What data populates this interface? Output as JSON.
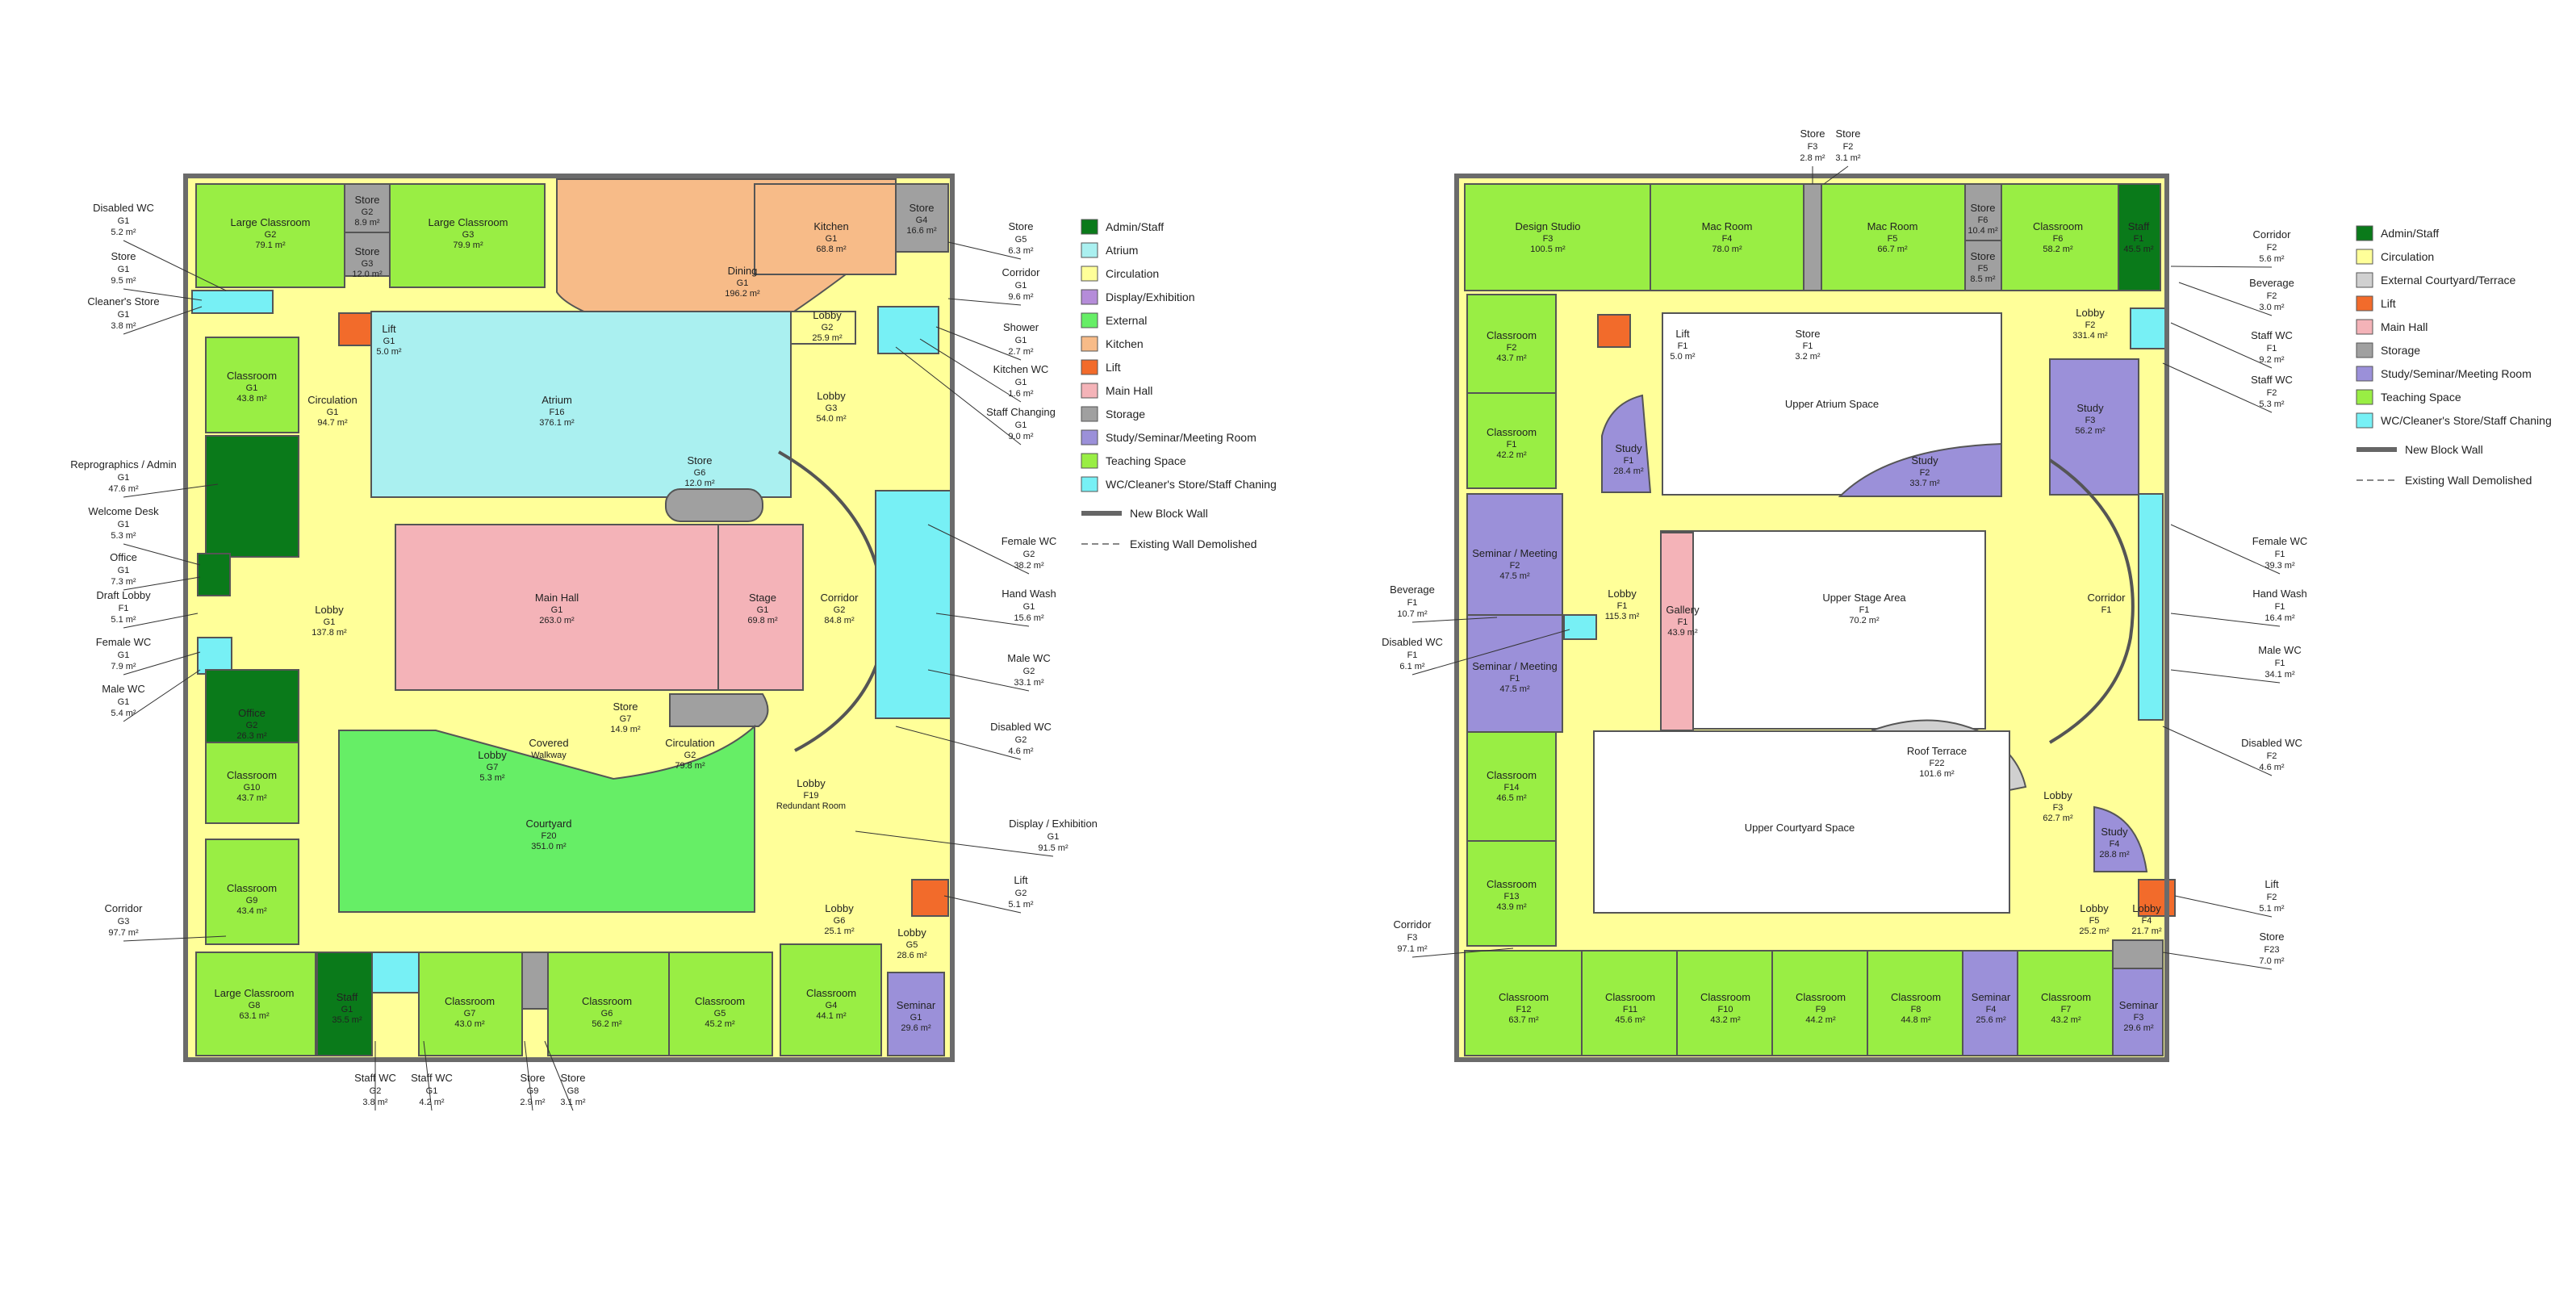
{
  "colors": {
    "admin": "#0a7a1a",
    "atrium": "#aaf0f0",
    "circulation": "#ffff99",
    "display": "#b58cd9",
    "external": "#66ee66",
    "kitchen": "#f7bb88",
    "lift": "#f26b2b",
    "mainhall": "#f4b3b8",
    "storage": "#a0a0a0",
    "study": "#9b90d9",
    "teaching": "#99ee44",
    "wc": "#77f0f5",
    "courtyard_ext": "#d0d0d0"
  },
  "legend_ground": [
    {
      "key": "admin",
      "label": "Admin/Staff"
    },
    {
      "key": "atrium",
      "label": "Atrium"
    },
    {
      "key": "circulation",
      "label": "Circulation"
    },
    {
      "key": "display",
      "label": "Display/Exhibition"
    },
    {
      "key": "external",
      "label": "External"
    },
    {
      "key": "kitchen",
      "label": "Kitchen"
    },
    {
      "key": "lift",
      "label": "Lift"
    },
    {
      "key": "mainhall",
      "label": "Main Hall"
    },
    {
      "key": "storage",
      "label": "Storage"
    },
    {
      "key": "study",
      "label": "Study/Seminar/Meeting Room"
    },
    {
      "key": "teaching",
      "label": "Teaching Space"
    },
    {
      "key": "wc",
      "label": "WC/Cleaner's Store/Staff Chaning"
    }
  ],
  "legend_ground_lines": [
    "New Block Wall",
    "Existing Wall Demolished"
  ],
  "legend_first": [
    {
      "key": "admin",
      "label": "Admin/Staff"
    },
    {
      "key": "circulation",
      "label": "Circulation"
    },
    {
      "key": "courtyard_ext",
      "label": "External Courtyard/Terrace"
    },
    {
      "key": "lift",
      "label": "Lift"
    },
    {
      "key": "mainhall",
      "label": "Main Hall"
    },
    {
      "key": "storage",
      "label": "Storage"
    },
    {
      "key": "study",
      "label": "Study/Seminar/Meeting Room"
    },
    {
      "key": "teaching",
      "label": "Teaching Space"
    },
    {
      "key": "wc",
      "label": "WC/Cleaner's Store/Staff Chaning"
    }
  ],
  "legend_first_lines": [
    "New Block Wall",
    "Existing Wall Demolished"
  ],
  "ground_rooms": {
    "large_classroom_g2": [
      "Large Classroom",
      "G2",
      "79.1 m²"
    ],
    "store_g2": [
      "Store",
      "G2",
      "8.9 m²"
    ],
    "store_g3": [
      "Store",
      "G3",
      "12.0 m²"
    ],
    "large_classroom_g3": [
      "Large Classroom",
      "G3",
      "79.9 m²"
    ],
    "dining": [
      "Dining",
      "G1",
      "196.2 m²"
    ],
    "kitchen": [
      "Kitchen",
      "G1",
      "68.8 m²"
    ],
    "store_g4": [
      "Store",
      "G4",
      "16.6 m²"
    ],
    "classroom_g1": [
      "Classroom",
      "G1",
      "43.8 m²"
    ],
    "circulation_g1": [
      "Circulation",
      "G1",
      "94.7 m²"
    ],
    "lift_g1": [
      "Lift",
      "G1",
      "5.0 m²"
    ],
    "atrium": [
      "Atrium",
      "F16",
      "376.1 m²"
    ],
    "lobby_g2": [
      "Lobby",
      "G2",
      "25.9 m²"
    ],
    "lobby_g3": [
      "Lobby",
      "G3",
      "54.0 m²"
    ],
    "store_g6": [
      "Store",
      "G6",
      "12.0 m²"
    ],
    "main_hall": [
      "Main Hall",
      "G1",
      "263.0 m²"
    ],
    "stage": [
      "Stage",
      "G1",
      "69.8 m²"
    ],
    "corridor_g2": [
      "Corridor",
      "G2",
      "84.8 m²"
    ],
    "lobby_g1": [
      "Lobby",
      "G1",
      "137.8 m²"
    ],
    "office_g2": [
      "Office",
      "G2",
      "26.3 m²"
    ],
    "store_g7": [
      "Store",
      "G7",
      "14.9 m²"
    ],
    "lobby_g7": [
      "Lobby",
      "G7",
      "5.3 m²"
    ],
    "covered_walkway": [
      "Covered",
      "Walkway",
      ""
    ],
    "circulation_g2": [
      "Circulation",
      "G2",
      "79.8 m²"
    ],
    "lobby_f19": [
      "Lobby",
      "F19",
      "Redundant Room"
    ],
    "classroom_g10": [
      "Classroom",
      "G10",
      "43.7 m²"
    ],
    "courtyard": [
      "Courtyard",
      "F20",
      "351.0 m²"
    ],
    "classroom_g9": [
      "Classroom",
      "G9",
      "43.4 m²"
    ],
    "lobby_g6": [
      "Lobby",
      "G6",
      "25.1 m²"
    ],
    "lobby_g5": [
      "Lobby",
      "G5",
      "28.6 m²"
    ],
    "large_classroom_g8": [
      "Large Classroom",
      "G8",
      "63.1 m²"
    ],
    "staff_g1": [
      "Staff",
      "G1",
      "35.5 m²"
    ],
    "classroom_g7": [
      "Classroom",
      "G7",
      "43.0 m²"
    ],
    "classroom_g6": [
      "Classroom",
      "G6",
      "56.2 m²"
    ],
    "classroom_g5": [
      "Classroom",
      "G5",
      "45.2 m²"
    ],
    "classroom_g4": [
      "Classroom",
      "G4",
      "44.1 m²"
    ],
    "seminar_g1": [
      "Seminar",
      "G1",
      "29.6 m²"
    ]
  },
  "ground_callouts": {
    "disabled_wc": [
      "Disabled WC",
      "G1",
      "5.2 m²"
    ],
    "store_g1": [
      "Store",
      "G1",
      "9.5 m²"
    ],
    "cleaners_store": [
      "Cleaner's Store",
      "G1",
      "3.8 m²"
    ],
    "reprographics": [
      "Reprographics / Admin",
      "G1",
      "47.6 m²"
    ],
    "welcome_desk": [
      "Welcome Desk",
      "G1",
      "5.3 m²"
    ],
    "office_g1": [
      "Office",
      "G1",
      "7.3 m²"
    ],
    "draft_lobby": [
      "Draft Lobby",
      "F1",
      "5.1 m²"
    ],
    "female_wc_g1": [
      "Female WC",
      "G1",
      "7.9 m²"
    ],
    "male_wc_g1": [
      "Male WC",
      "G1",
      "5.4 m²"
    ],
    "corridor_g3": [
      "Corridor",
      "G3",
      "97.7 m²"
    ],
    "store_g5": [
      "Store",
      "G5",
      "6.3 m²"
    ],
    "corridor_g1": [
      "Corridor",
      "G1",
      "9.6 m²"
    ],
    "shower": [
      "Shower",
      "G1",
      "2.7 m²"
    ],
    "kitchen_wc": [
      "Kitchen WC",
      "G1",
      "1.6 m²"
    ],
    "staff_changing": [
      "Staff Changing",
      "G1",
      "9.0 m²"
    ],
    "female_wc_g2": [
      "Female WC",
      "G2",
      "38.2 m²"
    ],
    "hand_wash_g1": [
      "Hand Wash",
      "G1",
      "15.6 m²"
    ],
    "male_wc_g2": [
      "Male WC",
      "G2",
      "33.1 m²"
    ],
    "disabled_wc_g2": [
      "Disabled WC",
      "G2",
      "4.6 m²"
    ],
    "display": [
      "Display / Exhibition",
      "G1",
      "91.5 m²"
    ],
    "lift_g2": [
      "Lift",
      "G2",
      "5.1 m²"
    ],
    "staff_wc_g2": [
      "Staff WC",
      "G2",
      "3.8 m²"
    ],
    "staff_wc_g1": [
      "Staff WC",
      "G1",
      "4.2 m²"
    ],
    "store_g9": [
      "Store",
      "G9",
      "2.9 m²"
    ],
    "store_g8": [
      "Store",
      "G8",
      "3.1 m²"
    ]
  },
  "first_rooms": {
    "design_studio": [
      "Design Studio",
      "F3",
      "100.5 m²"
    ],
    "mac_f4": [
      "Mac Room",
      "F4",
      "78.0 m²"
    ],
    "mac_f5": [
      "Mac Room",
      "F5",
      "66.7 m²"
    ],
    "store_f6": [
      "Store",
      "F6",
      "10.4 m²"
    ],
    "store_f5": [
      "Store",
      "F5",
      "8.5 m²"
    ],
    "classroom_f6": [
      "Classroom",
      "F6",
      "58.2 m²"
    ],
    "staff_f1": [
      "Staff",
      "F1",
      "45.5 m²"
    ],
    "classroom_f2": [
      "Classroom",
      "F2",
      "43.7 m²"
    ],
    "lift_f1": [
      "Lift",
      "F1",
      "5.0 m²"
    ],
    "store_f1": [
      "Store",
      "F1",
      "3.2 m²"
    ],
    "upper_atrium": [
      "Upper Atrium Space",
      "",
      ""
    ],
    "lobby_f2": [
      "Lobby",
      "F2",
      "331.4 m²"
    ],
    "classroom_f1": [
      "Classroom",
      "F1",
      "42.2 m²"
    ],
    "study_f1": [
      "Study",
      "F1",
      "28.4 m²"
    ],
    "study_f2": [
      "Study",
      "F2",
      "33.7 m²"
    ],
    "study_f3": [
      "Study",
      "F3",
      "56.2 m²"
    ],
    "seminar_f2": [
      "Seminar / Meeting",
      "F2",
      "47.5 m²"
    ],
    "lobby_f1": [
      "Lobby",
      "F1",
      "115.3 m²"
    ],
    "gallery": [
      "Gallery",
      "F1",
      "43.9 m²"
    ],
    "upper_stage": [
      "Upper Stage Area",
      "F1",
      "70.2 m²"
    ],
    "corridor_f1": [
      "Corridor",
      "F1",
      ""
    ],
    "seminar_f1": [
      "Seminar / Meeting",
      "F1",
      "47.5 m²"
    ],
    "roof_terrace": [
      "Roof Terrace",
      "F22",
      "101.6 m²"
    ],
    "classroom_f14": [
      "Classroom",
      "F14",
      "46.5 m²"
    ],
    "upper_courtyard": [
      "Upper Courtyard Space",
      "",
      ""
    ],
    "lobby_f3": [
      "Lobby",
      "F3",
      "62.7 m²"
    ],
    "study_f4": [
      "Study",
      "F4",
      "28.8 m²"
    ],
    "classroom_f13": [
      "Classroom",
      "F13",
      "43.9 m²"
    ],
    "lobby_f5": [
      "Lobby",
      "F5",
      "25.2 m²"
    ],
    "lobby_f4": [
      "Lobby",
      "F4",
      "21.7 m²"
    ],
    "classroom_f12": [
      "Classroom",
      "F12",
      "63.7 m²"
    ],
    "classroom_f11": [
      "Classroom",
      "F11",
      "45.6 m²"
    ],
    "classroom_f10": [
      "Classroom",
      "F10",
      "43.2 m²"
    ],
    "classroom_f9": [
      "Classroom",
      "F9",
      "44.2 m²"
    ],
    "classroom_f8": [
      "Classroom",
      "F8",
      "44.8 m²"
    ],
    "seminar_f4": [
      "Seminar",
      "F4",
      "25.6 m²"
    ],
    "classroom_f7": [
      "Classroom",
      "F7",
      "43.2 m²"
    ],
    "seminar_f3": [
      "Seminar",
      "F3",
      "29.6 m²"
    ]
  },
  "first_callouts": {
    "store_f3": [
      "Store",
      "F3",
      "2.8 m²"
    ],
    "store_f2": [
      "Store",
      "F2",
      "3.1 m²"
    ],
    "corridor_f2": [
      "Corridor",
      "F2",
      "5.6 m²"
    ],
    "beverage_f2": [
      "Beverage",
      "F2",
      "3.0 m²"
    ],
    "staff_wc_f1": [
      "Staff WC",
      "F1",
      "9.2 m²"
    ],
    "staff_wc_f2": [
      "Staff WC",
      "F2",
      "5.3 m²"
    ],
    "female_wc_f1": [
      "Female WC",
      "F1",
      "39.3 m²"
    ],
    "hand_wash_f1": [
      "Hand Wash",
      "F1",
      "16.4 m²"
    ],
    "male_wc_f1": [
      "Male WC",
      "F1",
      "34.1 m²"
    ],
    "disabled_wc_f2": [
      "Disabled WC",
      "F2",
      "4.6 m²"
    ],
    "lift_f2": [
      "Lift",
      "F2",
      "5.1 m²"
    ],
    "store_f23": [
      "Store",
      "F23",
      "7.0 m²"
    ],
    "beverage_f1": [
      "Beverage",
      "F1",
      "10.7 m²"
    ],
    "disabled_wc_f1": [
      "Disabled WC",
      "F1",
      "6.1 m²"
    ],
    "corridor_f3": [
      "Corridor",
      "F3",
      "97.1 m²"
    ]
  }
}
